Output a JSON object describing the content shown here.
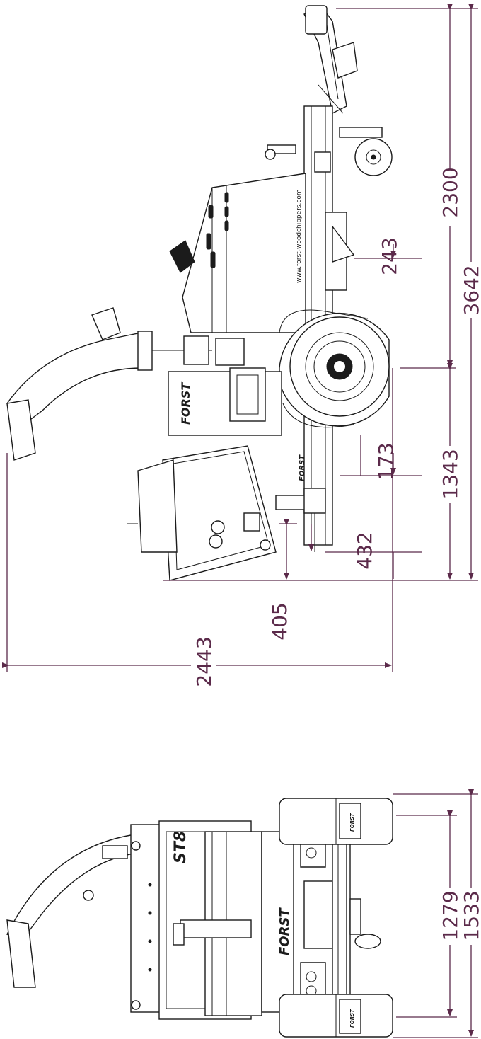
{
  "side_view": {
    "brand_text": "FORST",
    "website_text": "www.forst-woodchippers.com"
  },
  "front_view": {
    "brand_text": "FORST",
    "model_text": "ST8"
  },
  "dimensions": {
    "d2300": "2300",
    "d3642": "3642",
    "d243": "243",
    "d1343": "1343",
    "d173": "173",
    "d432": "432",
    "d405": "405",
    "d2443": "2443",
    "d1279": "1279",
    "d1533": "1533"
  },
  "colors": {
    "dimension": "#5b2a4a",
    "ink": "#1b1b1b"
  }
}
